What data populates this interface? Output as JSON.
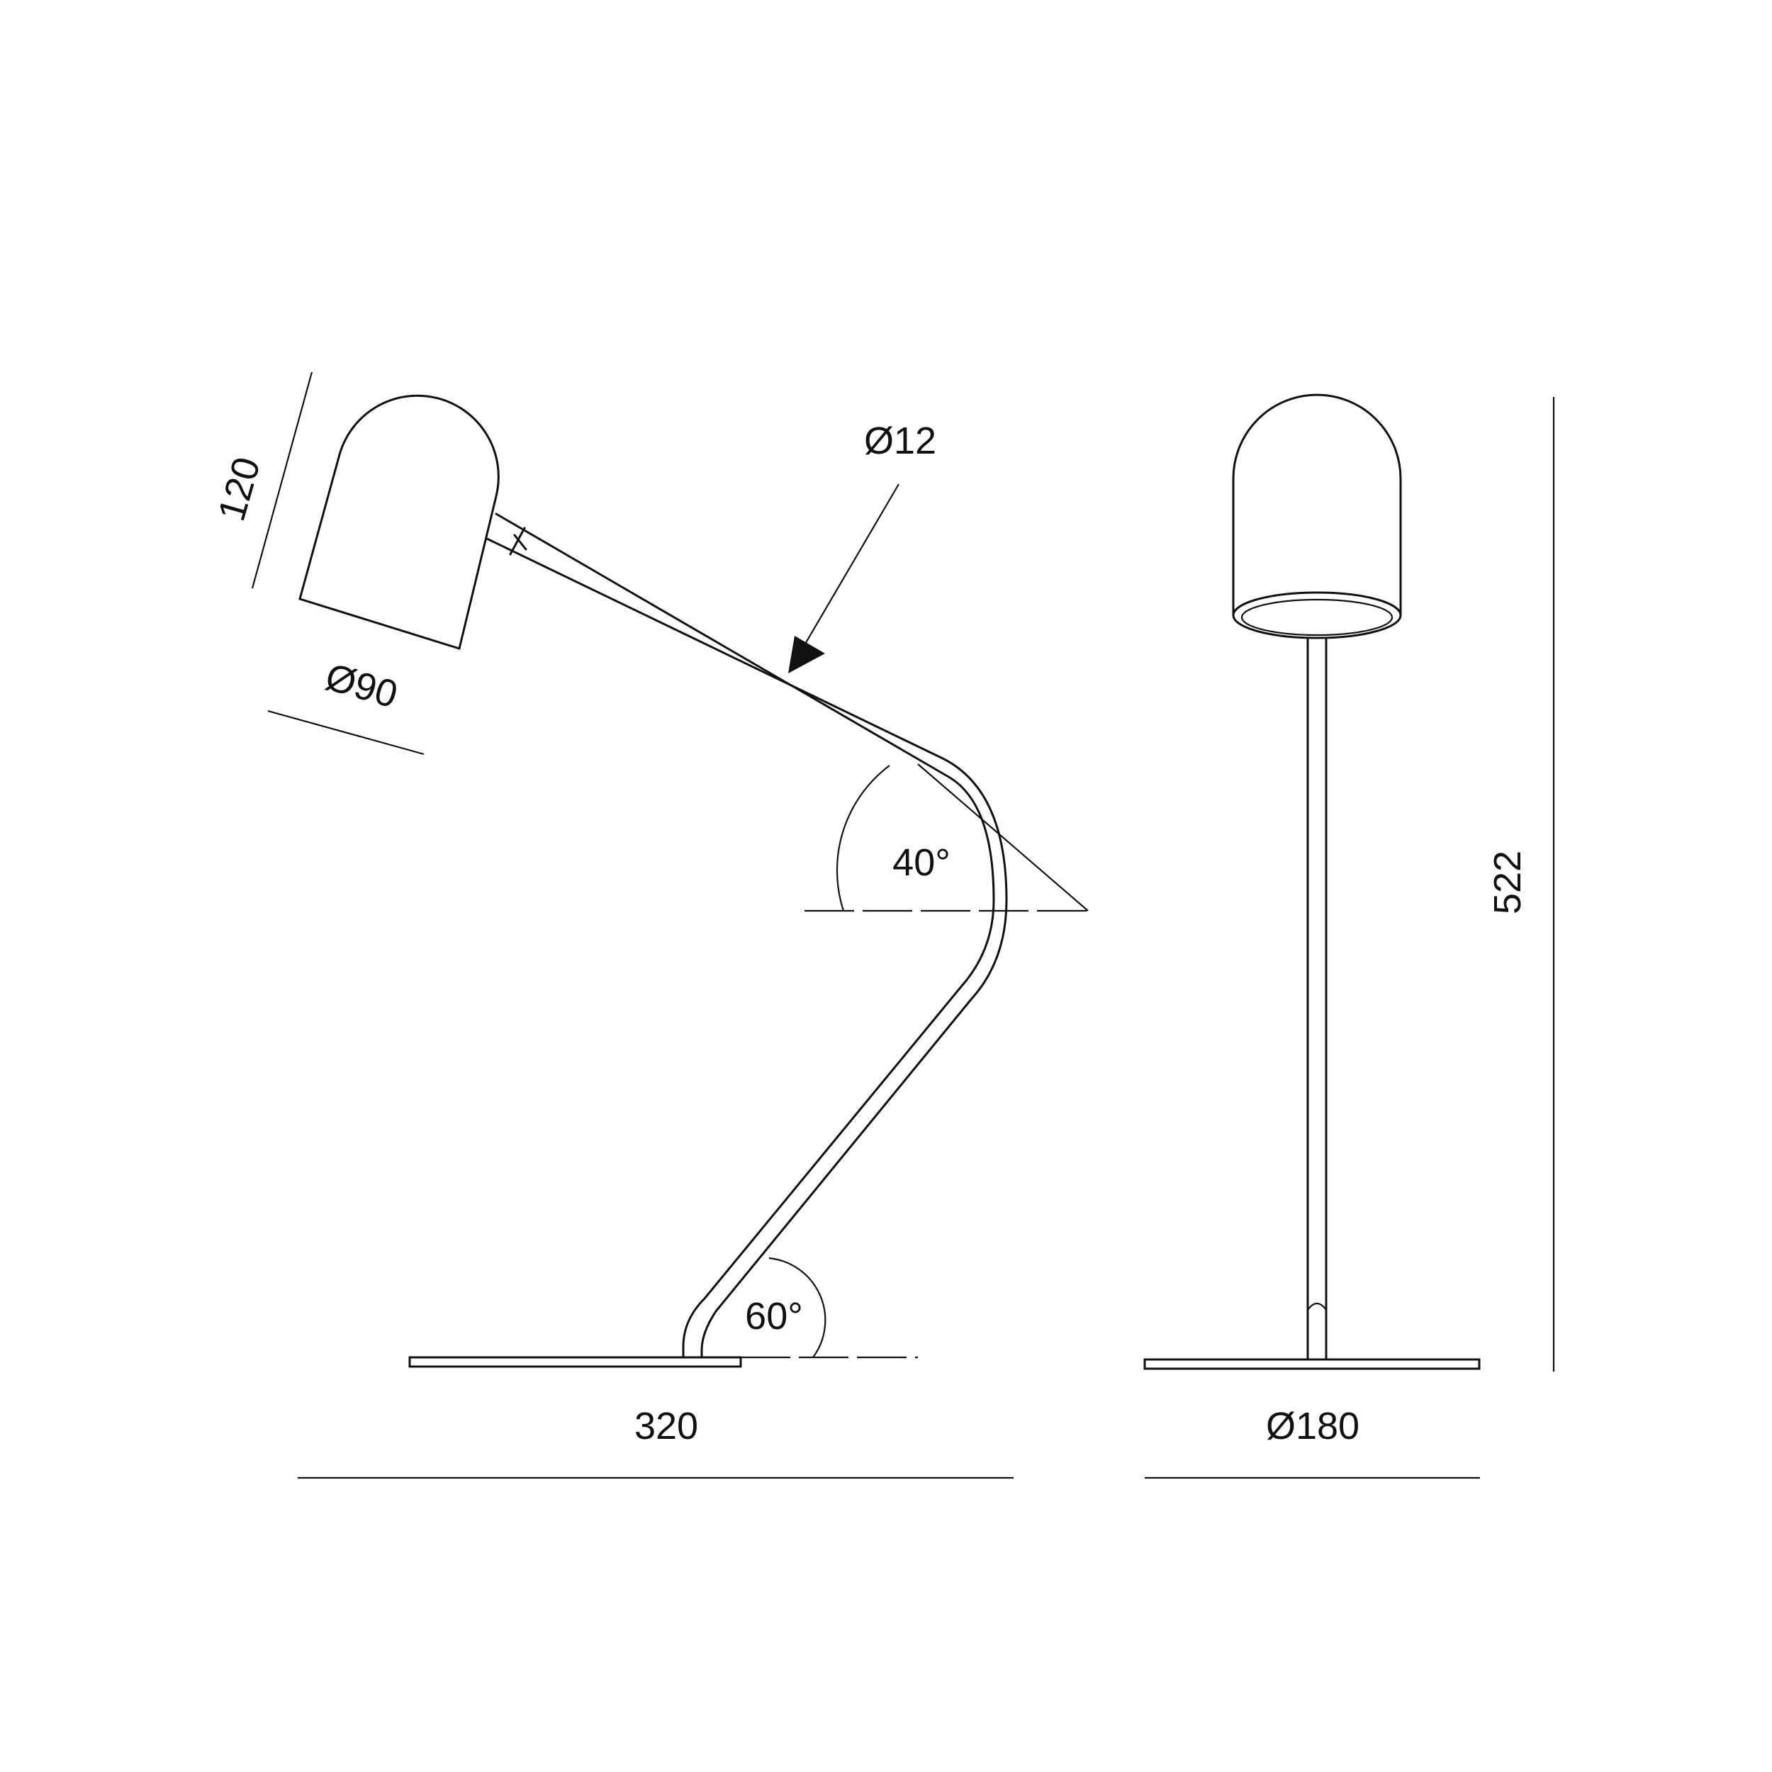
{
  "drawing": {
    "side_view": {
      "shade_height": "120",
      "shade_diameter": "Ø90",
      "tube_diameter": "Ø12",
      "arm_angle": "40°",
      "base_angle": "60°",
      "base_length": "320"
    },
    "front_view": {
      "base_diameter": "Ø180",
      "total_height": "522"
    }
  }
}
